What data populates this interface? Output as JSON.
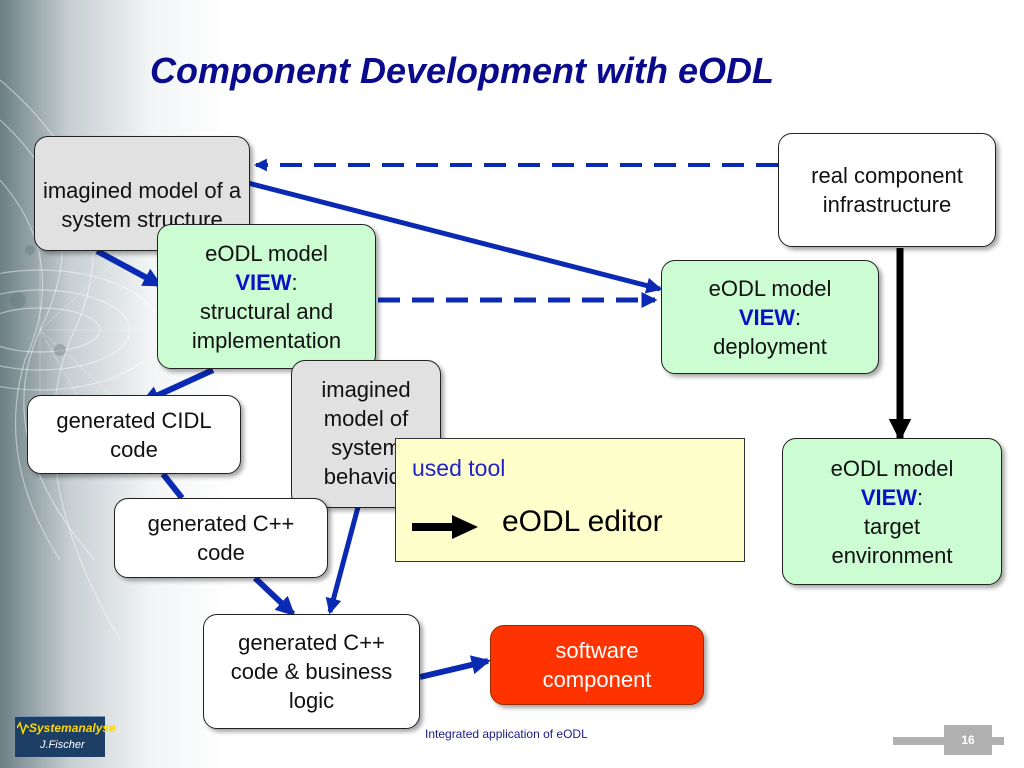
{
  "title": "Component Development with eODL",
  "boxes": {
    "imagined_structure": "imagined model of a system structure",
    "real_infrastructure": "real component infrastructure",
    "view_struct": {
      "pre": "eODL model",
      "kw": "VIEW",
      "post": ":",
      "desc": "structural and implementation"
    },
    "view_deploy": {
      "pre": "eODL model",
      "kw": "VIEW",
      "post": ":",
      "desc": "deployment"
    },
    "imagined_behavior": "imagined model of system behavior",
    "view_target": {
      "pre": "eODL model",
      "kw": "VIEW",
      "post": ":",
      "desc": "target environment"
    },
    "gen_cidl": "generated CIDL code",
    "gen_cpp": "generated C++ code",
    "gen_business": "generated C++ code & business logic",
    "software_component": "software component"
  },
  "tool_panel": {
    "label": "used tool",
    "tool_name": "eODL editor"
  },
  "footer": {
    "logo_text": "Systemanalyse",
    "author": "J.Fischer",
    "caption": "Integrated application of eODL",
    "page_number": "16"
  },
  "colors": {
    "title": "#0a0a8c",
    "connector_blue": "#0a2ab4",
    "keyword_blue": "#0c10c4",
    "view_box_fill": "#ccfdd2",
    "imagined_box_fill": "#e1e1e1",
    "tool_panel_fill": "#ffffcc",
    "software_component_fill": "#ff3300"
  }
}
